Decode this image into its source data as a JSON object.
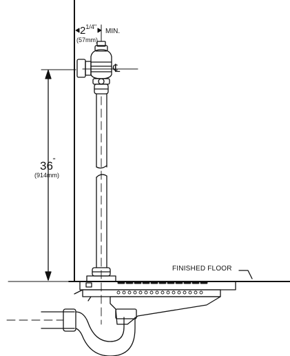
{
  "diagram": {
    "width_dimension": {
      "value": "2",
      "fraction": "1/4",
      "inch_mark": "\"",
      "qualifier": "MIN.",
      "metric": "(57mm)"
    },
    "height_dimension": {
      "value": "36",
      "inch_mark": "\"",
      "metric": "(914mm)"
    },
    "floor_label": "FINISHED FLOOR",
    "centerline_symbol": "℄"
  }
}
